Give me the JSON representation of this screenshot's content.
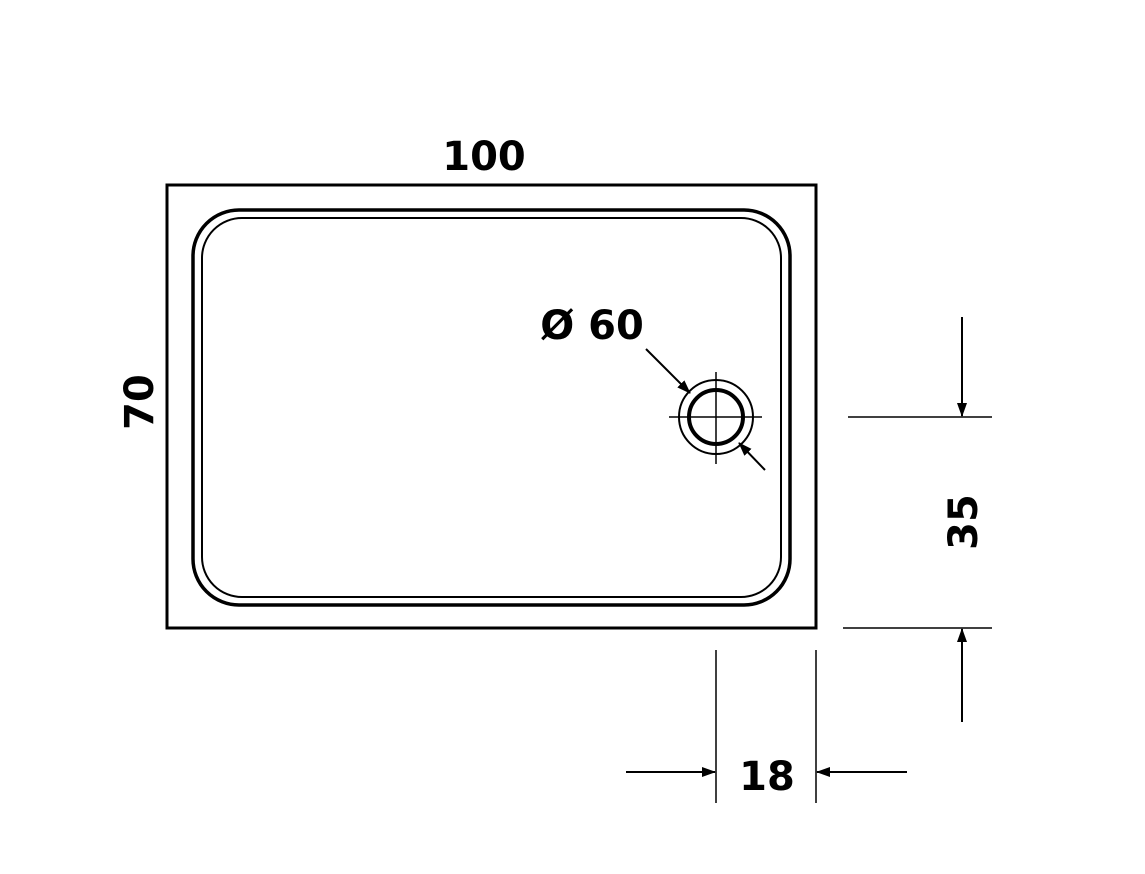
{
  "dimensions": {
    "width": "100",
    "height": "70",
    "drain_diameter": "Ø 60",
    "drain_offset_from_bottom": "35",
    "drain_offset_from_right": "18"
  },
  "colors": {
    "line": "#000000",
    "background": "#ffffff"
  }
}
